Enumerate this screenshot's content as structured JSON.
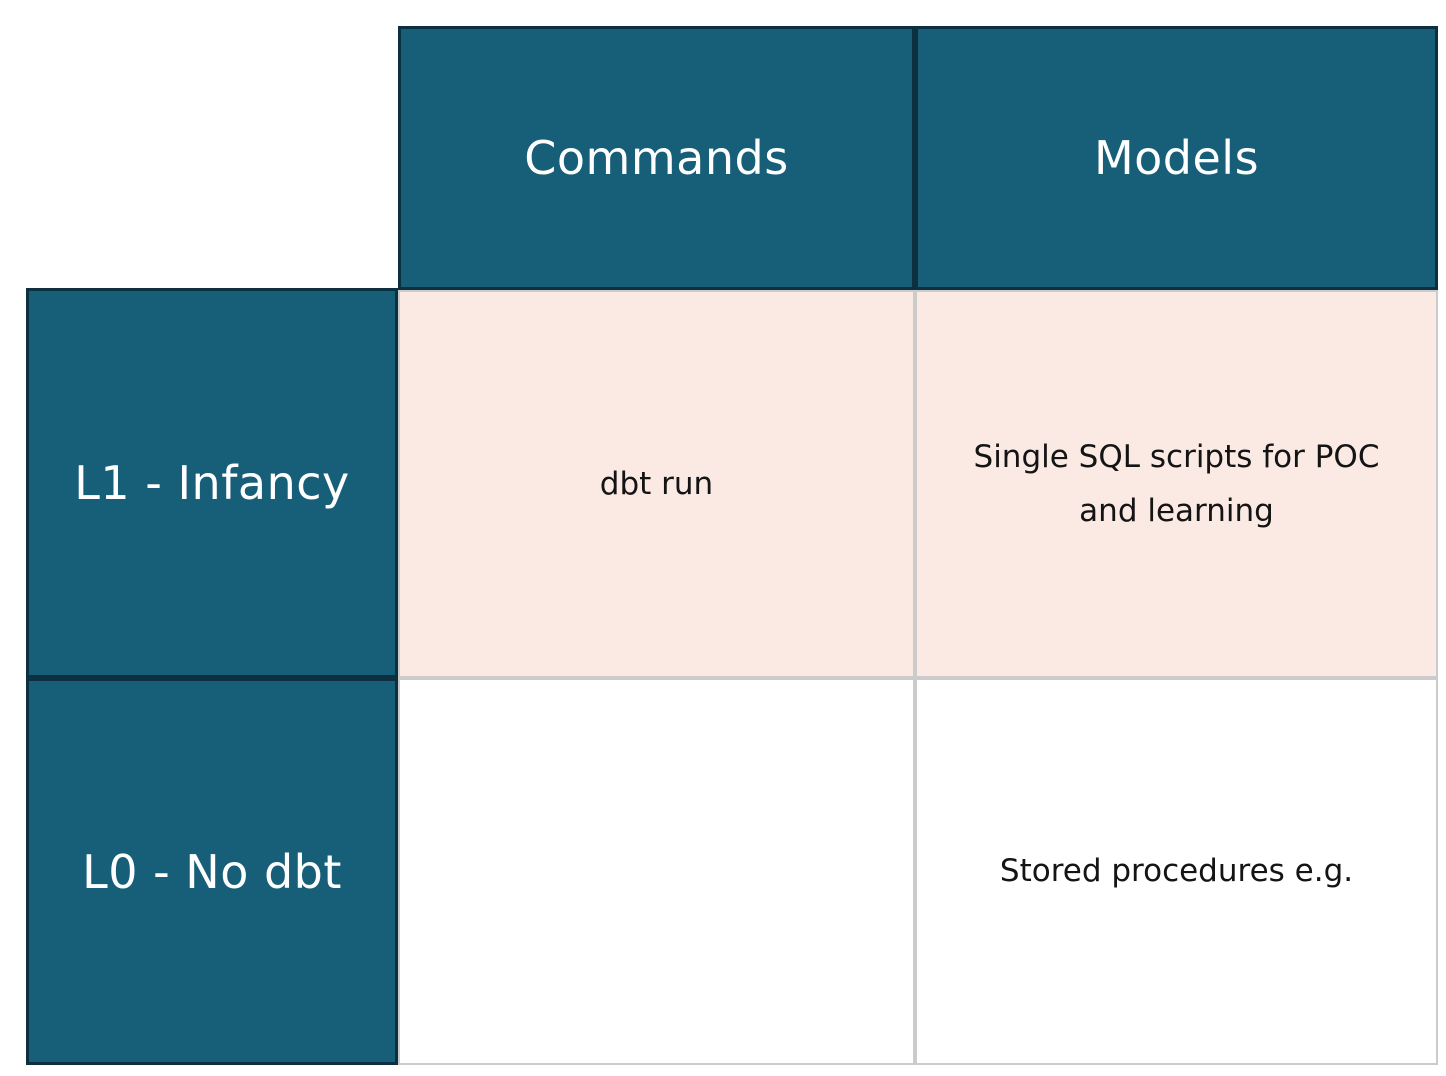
{
  "table": {
    "columns": [
      {
        "label": "Commands"
      },
      {
        "label": "Models"
      }
    ],
    "rows": [
      {
        "label": "L1 - Infancy",
        "highlighted": true,
        "cells": [
          {
            "column": "Commands",
            "text": "dbt run"
          },
          {
            "column": "Models",
            "text": "Single SQL scripts for POC and learning"
          }
        ]
      },
      {
        "label": "L0 - No dbt",
        "highlighted": false,
        "cells": [
          {
            "column": "Commands",
            "text": ""
          },
          {
            "column": "Models",
            "text": "Stored procedures e.g."
          }
        ]
      }
    ],
    "colors": {
      "header_bg": "#175E78",
      "header_border": "#0D3040",
      "header_text": "#FFFFFF",
      "highlight_bg": "#FBE9E4",
      "cell_bg": "#FFFFFF",
      "grid_line": "#CBCBCB",
      "cell_text": "#141414",
      "page_bg": "#FFFFFF"
    }
  }
}
